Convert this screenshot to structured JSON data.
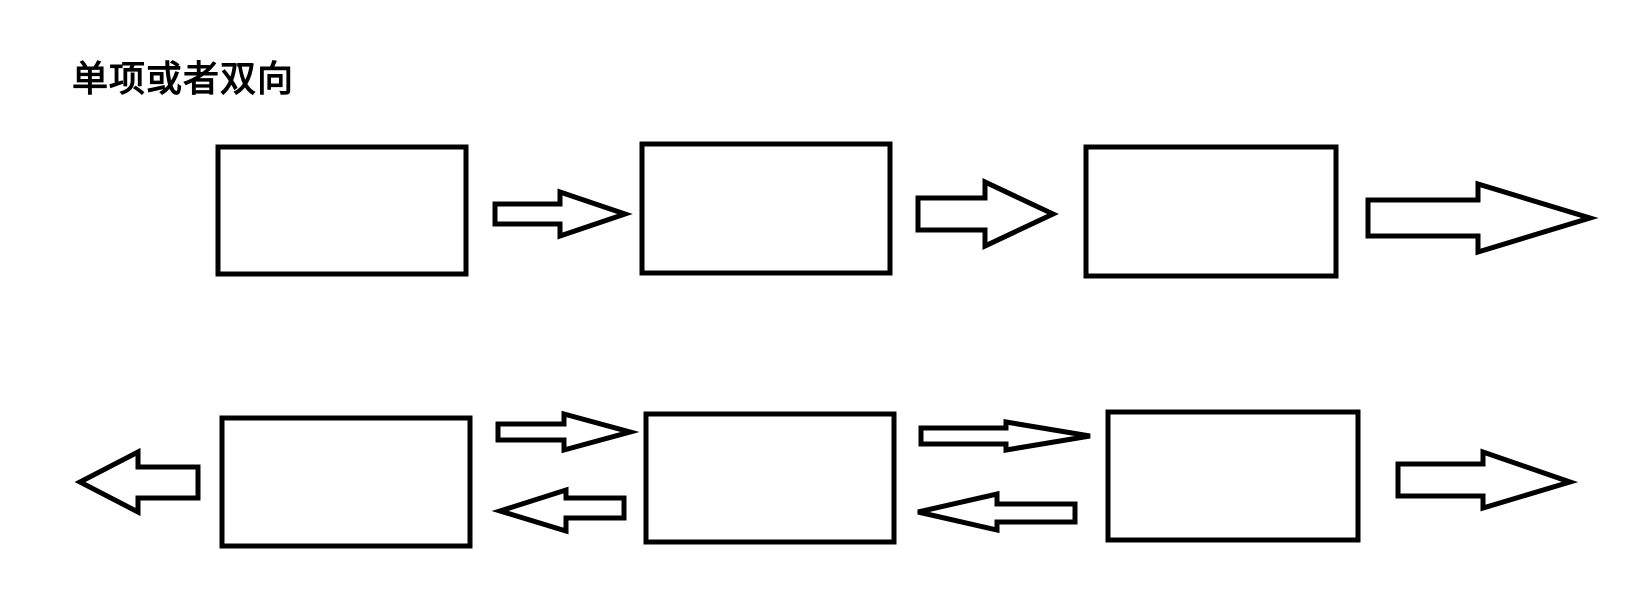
{
  "title": "单项或者双向",
  "colors": {
    "background": "#ffffff",
    "stroke": "#000000"
  },
  "rows": [
    {
      "name": "single-direction",
      "nodes": 3,
      "arrows": [
        "right",
        "right",
        "right"
      ]
    },
    {
      "name": "bi-direction",
      "nodes": 3,
      "arrows": [
        "left",
        "right",
        "left",
        "right",
        "left",
        "right"
      ]
    }
  ]
}
